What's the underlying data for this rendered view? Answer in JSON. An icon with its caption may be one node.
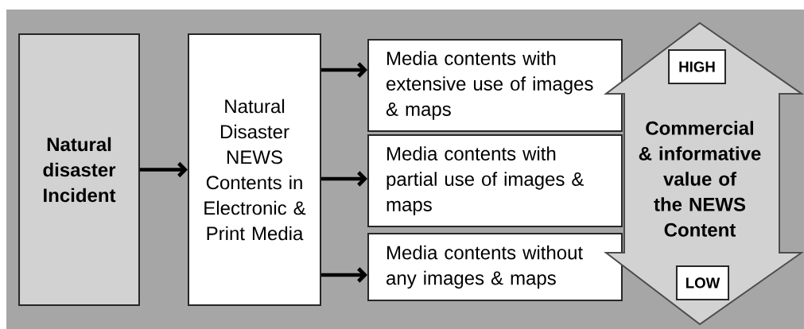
{
  "diagram": {
    "nodes": [
      {
        "text": [
          "Natural disaster Incident"
        ]
      },
      {
        "text": [
          "Natural Disaster NEWS Contents in Electronic & Print Media"
        ]
      },
      {
        "text": [
          "Media contents with extensive use of images & maps"
        ]
      },
      {
        "text": [
          "Media contents with partial use of images & maps"
        ]
      },
      {
        "text": [
          "Media contents without any images & maps"
        ]
      },
      {
        "text": [
          "Commercial & informative value of the NEWS Content"
        ]
      },
      {
        "text": [
          "HIGH"
        ],
        "in": 5
      },
      {
        "text": [
          "LOW"
        ],
        "in": 5
      }
    ],
    "edges": [
      {
        "from": 0,
        "to": 1,
        "arrow": "to"
      },
      {
        "from": 1,
        "to": 2,
        "arrow": "to"
      },
      {
        "from": 1,
        "to": 3,
        "arrow": "to"
      },
      {
        "from": 1,
        "to": 4,
        "arrow": "to"
      }
    ]
  }
}
